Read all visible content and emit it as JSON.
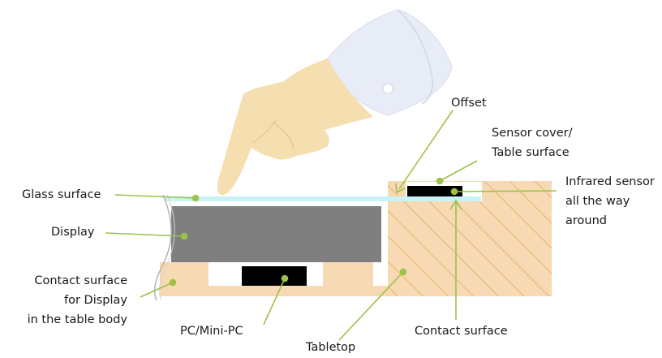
{
  "colors": {
    "wood": "#f7d9b3",
    "hatch": "#e8b36f",
    "display": "#7f7f7f",
    "glass": "#c8f2f6",
    "black": "#000000",
    "leader": "#9cc24a",
    "skin": "#f5deb0",
    "cuff": "#e8ecf7"
  },
  "labels": {
    "glass_surface": "Glass surface",
    "display": "Display",
    "contact_display": [
      "Contact surface",
      "for Display",
      "in the table body"
    ],
    "pc": "PC/Mini-PC",
    "tabletop": "Tabletop",
    "contact_surface": "Contact surface",
    "offset": "Offset",
    "sensor_cover": [
      "Sensor cover/",
      "Table surface"
    ],
    "infrared": [
      "Infrared sensor",
      "all the way",
      "around"
    ]
  }
}
